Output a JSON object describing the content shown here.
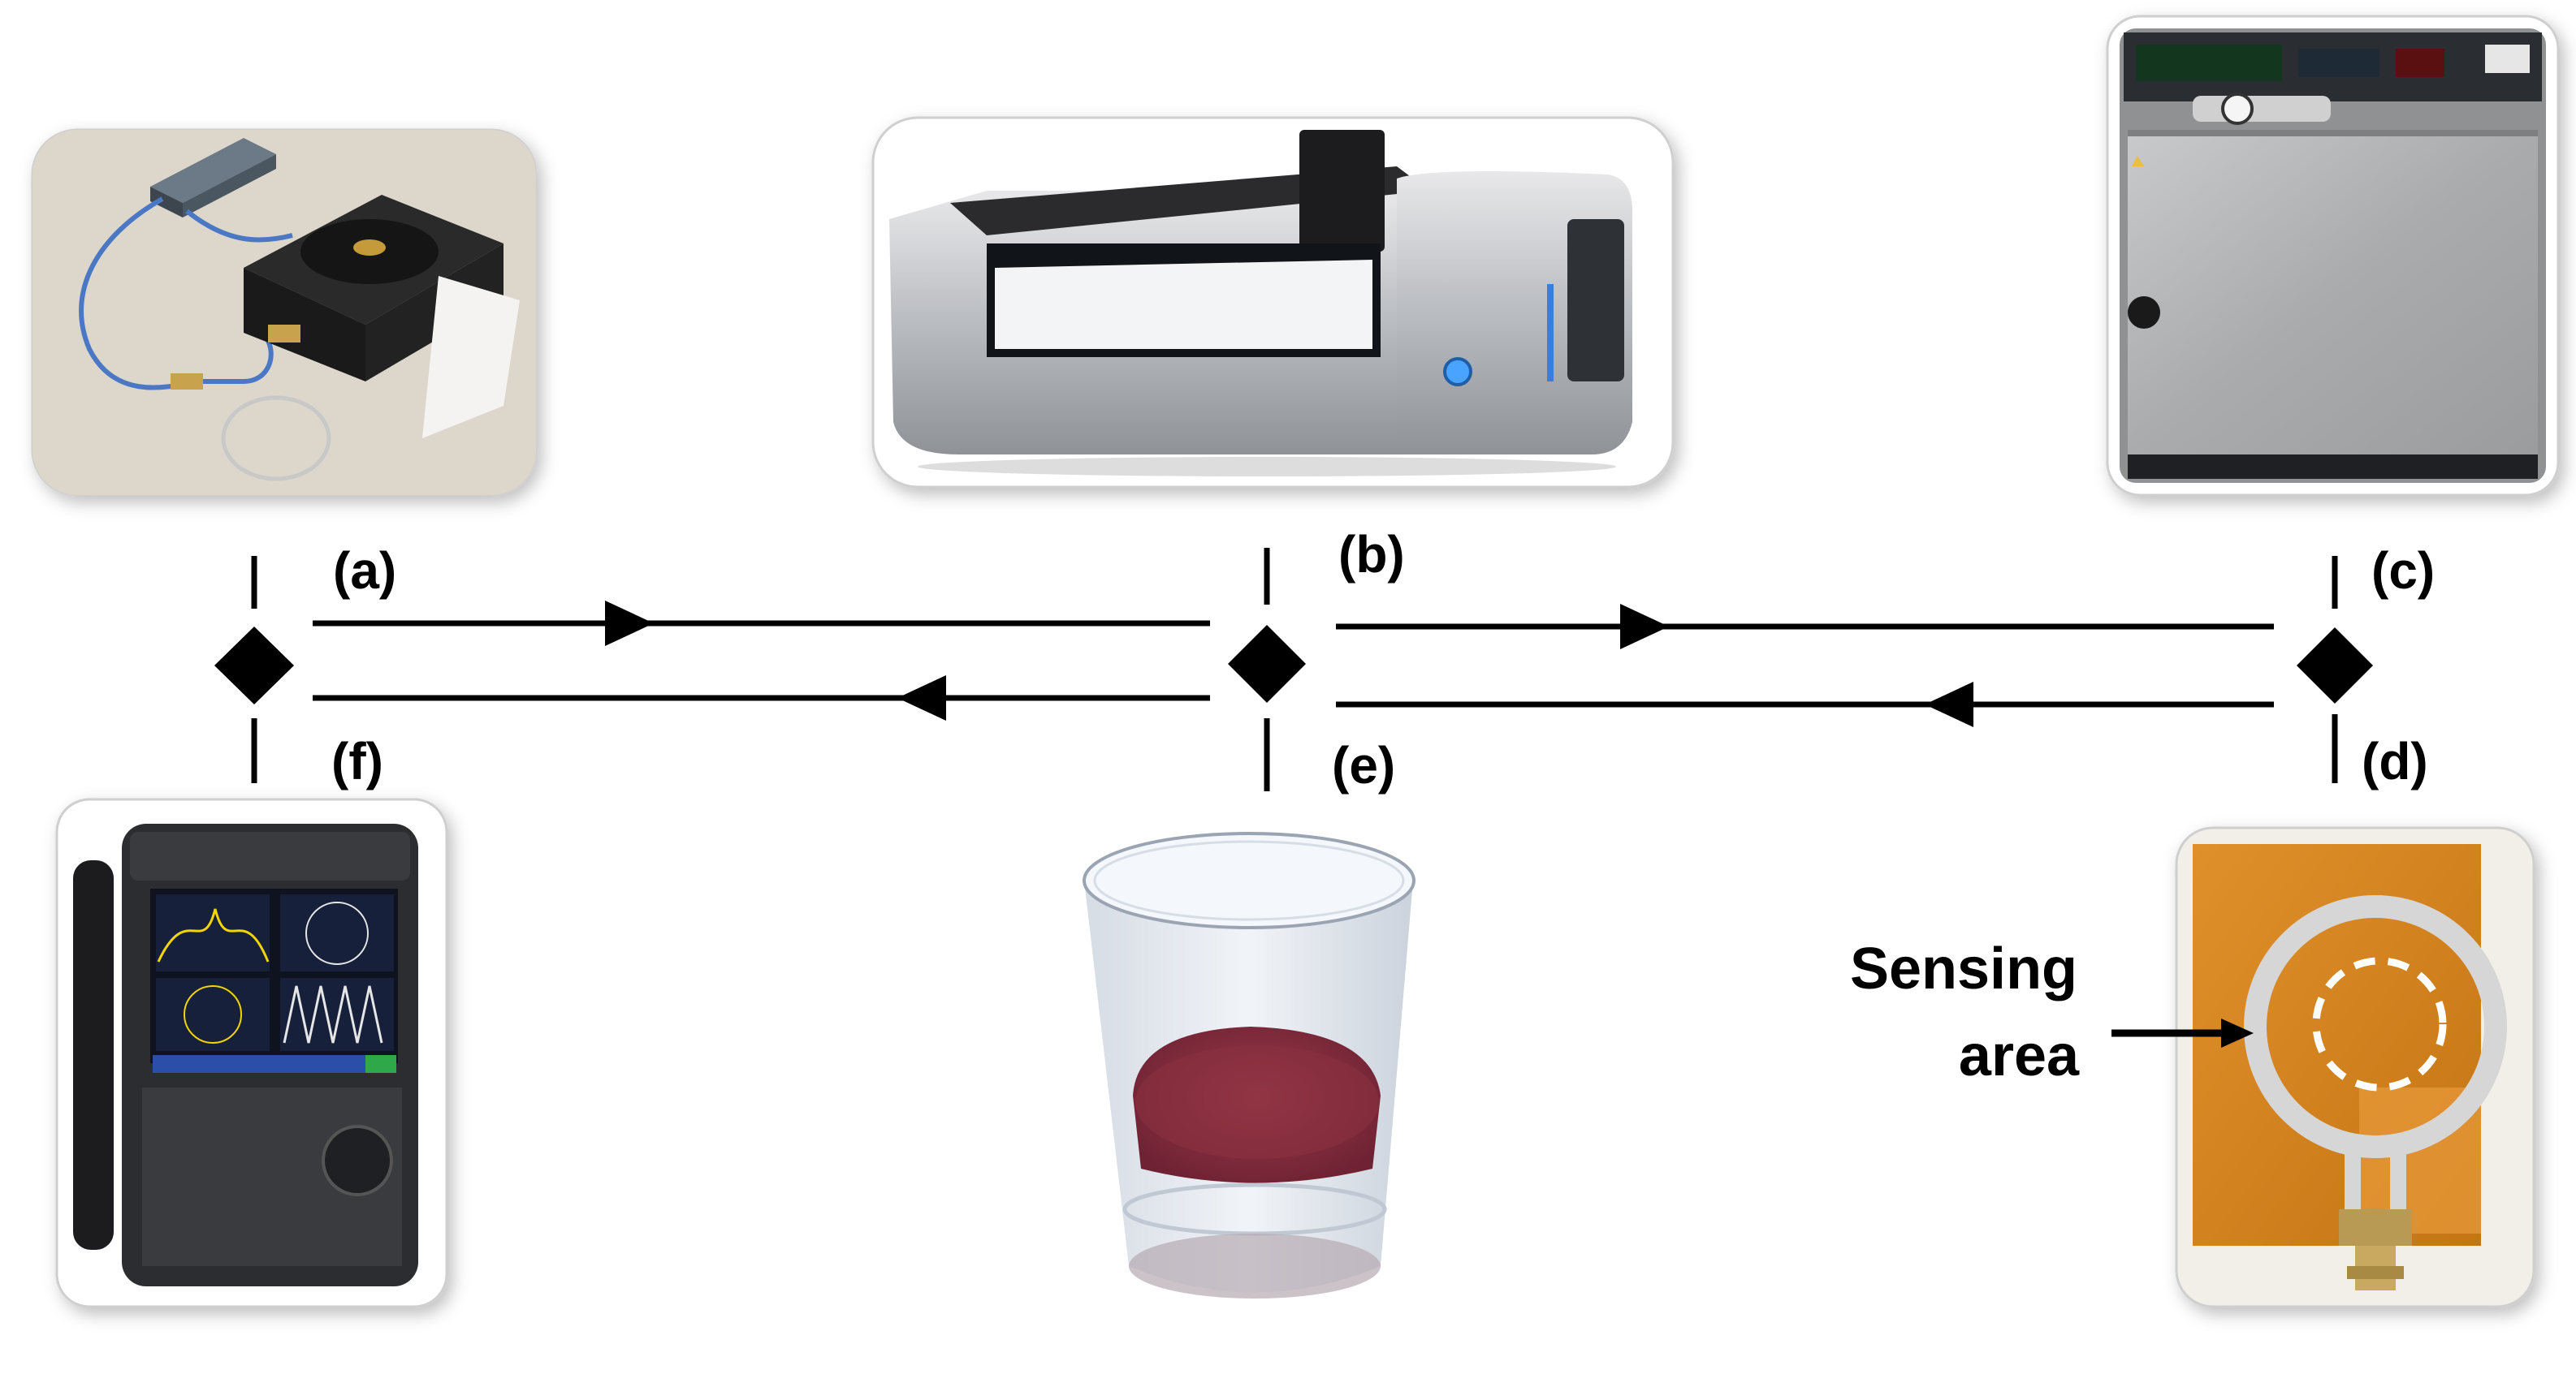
{
  "diagram": {
    "labels": {
      "a": "(a)",
      "b": "(b)",
      "c": "(c)",
      "d": "(d)",
      "e": "(e)",
      "f": "(f)"
    },
    "annotation": {
      "line1": "Sensing",
      "line2": "area"
    },
    "panels": {
      "a": "sensor-fixture-photo",
      "b": "bioprinter-photo",
      "c": "incubator-oven-photo",
      "d": "ring-resonator-sensor-photo",
      "e": "tissue-sample-cup-photo",
      "f": "network-analyzer-photo"
    },
    "colors": {
      "line": "#000000",
      "photo_border": "#cccccc",
      "substrate": "#d9861c",
      "resonator": "#d6d6d6"
    }
  }
}
